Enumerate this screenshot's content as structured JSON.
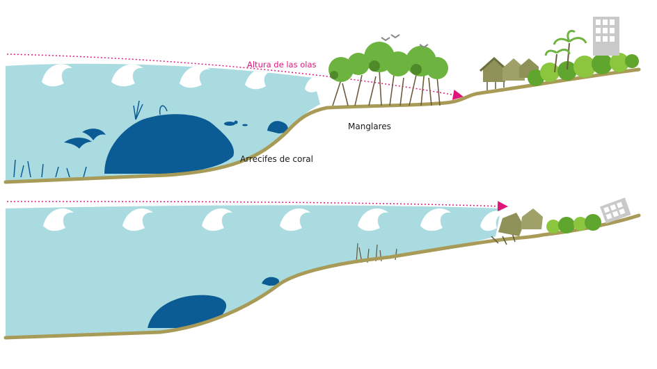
{
  "labels": {
    "wave_height": "Altura de las olas",
    "mangroves": "Manglares",
    "coral_reefs": "Arrecifes de coral"
  },
  "panels": [
    {
      "name": "protected-coast",
      "ecosystems_present": true,
      "wave_height_label": true
    },
    {
      "name": "degraded-coast",
      "ecosystems_present": false,
      "wave_height_label": false
    }
  ],
  "colors": {
    "sea": "#a9dbe0",
    "wave_foam": "#ffffff",
    "reef": "#0b5b94",
    "seabed_line": "#a89a57",
    "mangrove_green": "#6db33f",
    "vegetation": "#8cc63f",
    "house": "#8f9159",
    "house_roof": "#6a6e3a",
    "wave_height_arrow": "#e0157c",
    "building": "#c9c9c9"
  },
  "icons": [
    "dolphin-icon",
    "diver-icon",
    "bird-icon",
    "palm-tree-icon",
    "stilt-house-icon",
    "building-icon"
  ]
}
